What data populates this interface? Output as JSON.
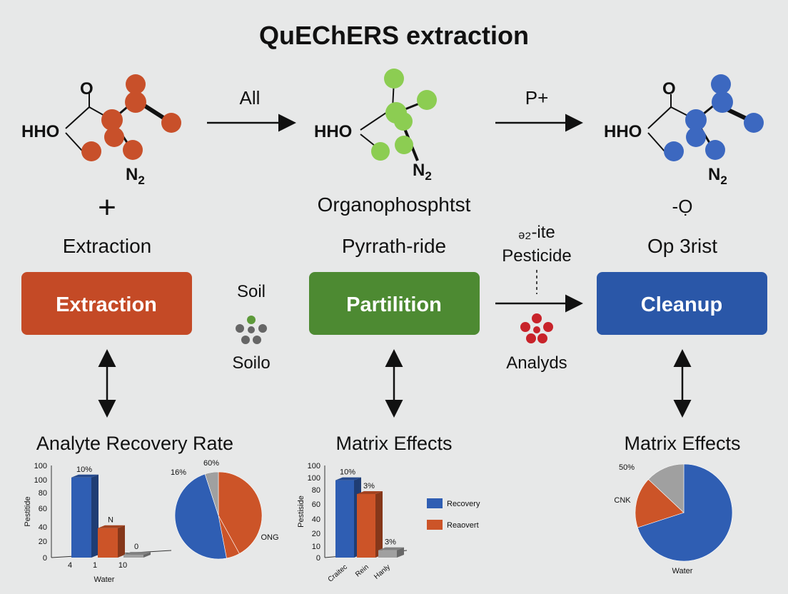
{
  "title": "QuEChERS extraction",
  "molecules": [
    {
      "o_label": "O",
      "hho_label": "HHO",
      "n_label": "N",
      "n_sub": "2",
      "color": "#c8502a"
    },
    {
      "o_label": "",
      "hho_label": "HHO",
      "n_label": "N",
      "n_sub": "2",
      "color": "#8ccd52"
    },
    {
      "o_label": "O",
      "hho_label": "HHO",
      "n_label": "N",
      "n_sub": "2",
      "color": "#3c68c0"
    }
  ],
  "arrow_labels": {
    "first": "All",
    "second": "P+"
  },
  "plus_symbol": "+",
  "col1_label": "Extraction",
  "col2_label_a": "Organophosphtst",
  "col2_label_b": "Pyrrath-ride",
  "col3_sym": "-Ọ",
  "col3_label": "Op 3rist",
  "mid_label_a": "ₔ₂-ite",
  "mid_label_b": "Pesticide",
  "soil_top": "Soil",
  "soil_bottom": "Soilo",
  "analyds": "Analyds",
  "steps": [
    {
      "label": "Extraction",
      "color": "#c44a26"
    },
    {
      "label": "Partilition",
      "color": "#4d8a32"
    },
    {
      "label": "Cleanup",
      "color": "#2a57a8"
    }
  ],
  "panel_titles": [
    "Analyte Recovery Rate",
    "Matrix Effects",
    "Matrix Effects"
  ],
  "chart_data": [
    {
      "type": "bar",
      "ylabel": "Pestitide",
      "xlabel": "Water",
      "ylim": [
        0,
        100
      ],
      "yticks": [
        "0",
        "20",
        "40",
        "60",
        "80",
        "100",
        "100"
      ],
      "categories": [
        "4",
        "1",
        "10"
      ],
      "values": [
        87,
        32,
        3
      ],
      "data_labels": [
        "10%",
        "N",
        "0"
      ],
      "colors": [
        "#2f5eb3",
        "#cc5428",
        "#a0a0a0"
      ]
    },
    {
      "type": "pie",
      "slices": [
        {
          "label": "60%",
          "value": 42,
          "color": "#cc5428"
        },
        {
          "label": "ONG",
          "value": 5,
          "color": "#cc5428"
        },
        {
          "label": "",
          "value": 48,
          "color": "#2f5eb3"
        },
        {
          "label": "16%",
          "value": 5,
          "color": "#a0a0a0"
        }
      ]
    },
    {
      "type": "bar",
      "ylabel": "Pestiside",
      "ylim": [
        0,
        100
      ],
      "yticks": [
        "0",
        "10",
        "20",
        "40",
        "60",
        "80",
        "100",
        "100"
      ],
      "categories": [
        "Craitec",
        "Rein",
        "Hanly"
      ],
      "values": [
        84,
        69,
        8
      ],
      "data_labels": [
        "10%",
        "3%",
        "3%"
      ],
      "colors": [
        "#2f5eb3",
        "#cc5428",
        "#a0a0a0"
      ]
    },
    {
      "type": "legend",
      "items": [
        {
          "label": "Recovery",
          "color": "#2f5eb3"
        },
        {
          "label": "Reaovert",
          "color": "#cc5428"
        }
      ]
    },
    {
      "type": "pie",
      "slices": [
        {
          "label": "Water",
          "value": 70,
          "color": "#2f5eb3"
        },
        {
          "label": "CNK",
          "value": 17,
          "color": "#cc5428"
        },
        {
          "label": "50%",
          "value": 13,
          "color": "#a0a0a0"
        }
      ]
    }
  ]
}
